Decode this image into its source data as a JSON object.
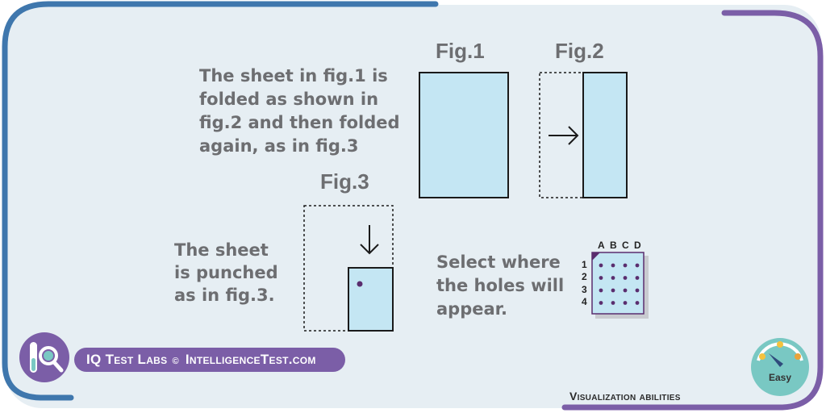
{
  "instructions": {
    "intro_lines": [
      "The sheet in fig.1 is",
      "folded as shown in",
      "fig.2 and then folded",
      "again, as in fig.3"
    ],
    "punch_lines": [
      "The sheet",
      "is punched",
      "as in fig.3."
    ],
    "select_lines": [
      "Select where",
      "the holes will",
      "appear."
    ]
  },
  "figures": {
    "fig1": "Fig.1",
    "fig2": "Fig.2",
    "fig3": "Fig.3"
  },
  "grid": {
    "columns": [
      "A",
      "B",
      "C",
      "D"
    ],
    "rows": [
      "1",
      "2",
      "3",
      "4"
    ]
  },
  "brand": {
    "name": "IQ Test Labs",
    "copyright": "©",
    "site": "IntelligenceTest.com"
  },
  "category": "Visualization abilities",
  "difficulty": "Easy",
  "colors": {
    "panel": "#e6eef3",
    "sheet": "#c4e6f3",
    "frame_blue": "#3f77ad",
    "frame_purple": "#7b5ea7",
    "gauge": "#79c8c3",
    "text": "#6d6e71",
    "hole": "#5a2d6e"
  },
  "icons": {
    "logo": "magnifier-test-tube-icon",
    "gauge": "difficulty-gauge-icon",
    "arrow_right": "arrow-right-icon",
    "arrow_down": "arrow-down-icon"
  }
}
